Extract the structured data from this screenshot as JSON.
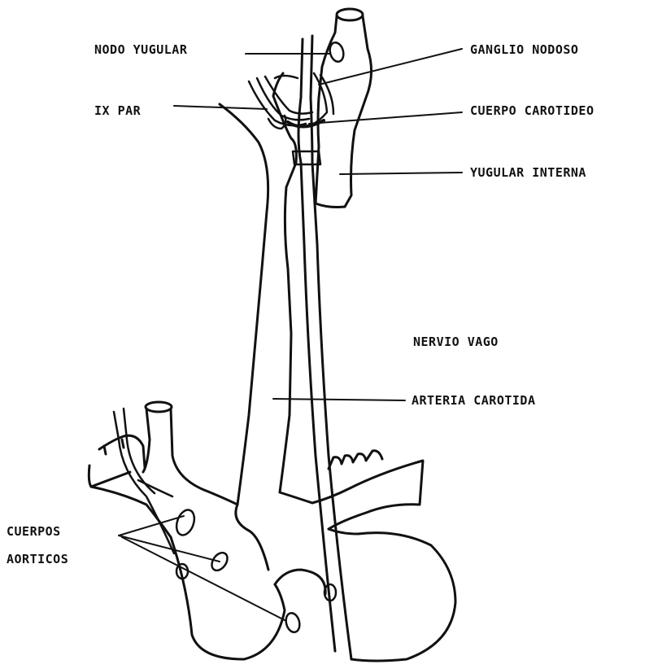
{
  "labels": {
    "nodo_yugular": "NODO YUGULAR",
    "ganglio_nodoso": "GANGLIO NODOSO",
    "ix_par": "IX PAR",
    "cuerpo_carotideo": "CUERPO CAROTIDEO",
    "yugular_interna": "YUGULAR INTERNA",
    "nervio_vago": "NERVIO VAGO",
    "arteria_carotida": "ARTERIA CAROTIDA",
    "cuerpos_line1": "CUERPOS",
    "cuerpos_line2": "AORTICOS"
  },
  "colors": {
    "ink": "#111111",
    "background": "#ffffff"
  }
}
